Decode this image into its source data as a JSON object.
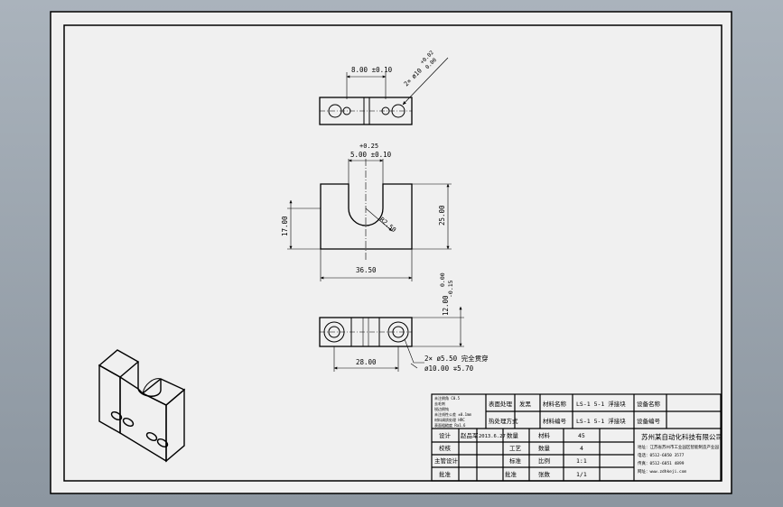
{
  "colors": {
    "sheet": "#f0f0f0",
    "line": "#000000",
    "viewport": "#9aa4ae"
  },
  "dimensions": {
    "top_width": "8.00 ±0.10",
    "top_hole_a": "2×",
    "top_hole_b": "ø10",
    "top_hole_tol_upper": "+0.02",
    "top_hole_tol_lower": "0.00",
    "slot_tol": "+0.25",
    "slot_width": "5.00 ±0.10",
    "radius": "R2.50",
    "left_height": "17.00",
    "right_height": "25.00",
    "overall_width": "36.50",
    "bottom_tol_upper": "0.00",
    "bottom_tol_lower": "-0.15",
    "bottom_height": "12.00",
    "bottom_width": "28.00",
    "note_line1": "2× ø5.50 完全贯穿",
    "note_line2": "ø10.00 ∓5.70"
  },
  "title_block": {
    "tech_notes": [
      "未注倒角 C0.5",
      "去毛刺",
      "锐边倒钝",
      "未注线性公差 ±0.1mm",
      "材料调质处理 HRC",
      "表面粗糙度 Ra1.6"
    ],
    "surface_label": "表面处理",
    "surface_value": "发黑",
    "heat_label": "热处理方式",
    "material_name_label": "材料名称",
    "material_name_value": "LS-1 5-1 浮接块",
    "material_no_label": "材料编号",
    "material_no_value": "LS-1 5-1 浮接块",
    "device_name_label": "设备名称",
    "device_no_label": "设备编号",
    "company": "苏州某自动化科技有限公司",
    "address": "地址：江苏省苏州市工业园区智能制造产业园",
    "tel": "电话：0512-6850 3577",
    "fax": "传真：0512-6851 4899",
    "web": "网址：www.zdhkeji.com",
    "design_label": "设计",
    "design_value": "赵品军",
    "design_date": "2013.6.27",
    "qty_row_label": "数量",
    "check_label": "校核",
    "chief_label": "主管设计",
    "approve_label": "批准",
    "process_label": "工艺",
    "standard_label": "标准",
    "material_label": "材料",
    "material_value": "45",
    "quantity_label": "数量",
    "quantity_value": "4",
    "scale_label": "比例",
    "scale_value": "1:1",
    "sheet_label": "张数",
    "sheet_value": "1/1"
  }
}
